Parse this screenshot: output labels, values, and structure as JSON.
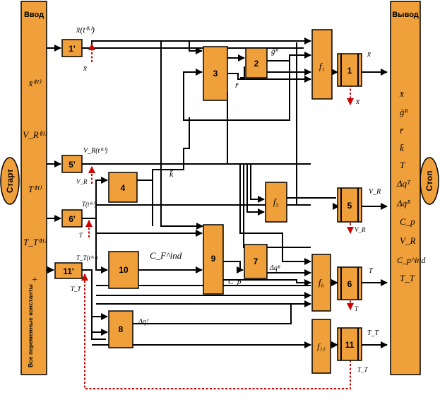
{
  "input_panel": {
    "title": "Ввод",
    "rows": [
      "x̄⁽ᴴ⁾",
      "V_R⁽ᴴ⁾",
      "T⁽ᴴ⁾",
      "T_T⁽ᴴ⁾",
      "+"
    ],
    "footer": "Все переменные константы"
  },
  "output_panel": {
    "title": "Вывод",
    "items": [
      "x̄",
      "ḡᴿ",
      "r̄",
      "k̄",
      "T",
      "Δqᵀ",
      "Δqᴿ",
      "C_p",
      "V_R",
      "C_p^ind",
      "T_T"
    ]
  },
  "start_label": "Старт",
  "stop_label": "Стоп",
  "blocks": {
    "b1p": "1'",
    "b5p": "5'",
    "b6p": "6'",
    "b11p": "11'",
    "b2": "2",
    "b3": "3",
    "b4": "4",
    "b7": "7",
    "b8": "8",
    "b9": "9",
    "b10": "10",
    "f1": "f₁",
    "f5": "f₅",
    "f6": "f₆",
    "f11": "f₁₁",
    "o1": "1",
    "o5": "5",
    "o6": "6",
    "o11": "11"
  },
  "labels": {
    "x_tk": "x̄(t⁽ᵏ⁾)",
    "x_bar_in": "x̄",
    "g_r": "ḡᴿ",
    "r_bar": "r̄",
    "x_out": "x̄",
    "x_fb": "x̄",
    "vr_tk": "V_R(t⁽ᵏ⁾)",
    "vr_fb": "V_R",
    "k_bar": "k̄",
    "t_tk": "T(t⁽ᵏ⁾)",
    "t_fb": "T",
    "tt_tk": "T_T(t⁽ᵏ⁾)",
    "tt_fb": "T_T",
    "cf_ind": "C_F^ind",
    "dq_r": "Δqᴿ",
    "cp": "C_p",
    "dq_t": "Δqᵀ",
    "vr_out": "V_R",
    "vr_out_fb": "V_R",
    "t_out": "T",
    "t_out_fb": "T",
    "tt_out": "T_T",
    "tt_out_fb": "T_T"
  }
}
